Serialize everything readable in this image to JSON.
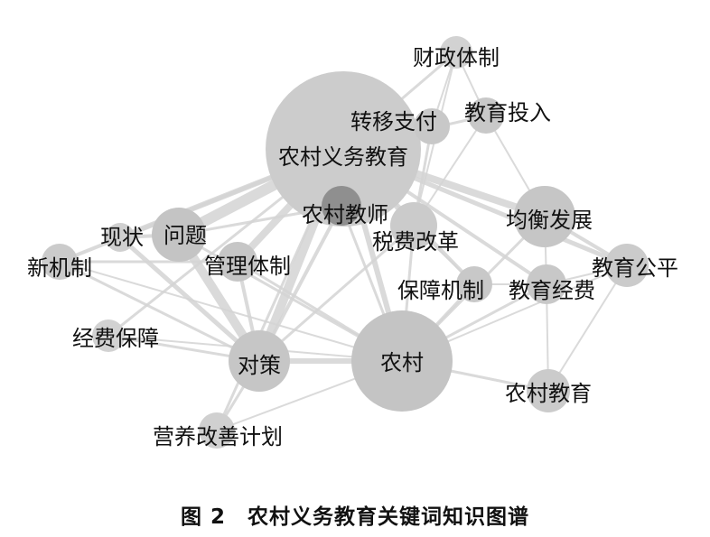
{
  "caption": "图 2　农村义务教育关键词知识图谱",
  "nodes": [
    {
      "id": "nongcun_yiwu",
      "label": "农村义务教育",
      "weight": 100
    },
    {
      "id": "caizheng",
      "label": "财政体制",
      "weight": 10
    },
    {
      "id": "zhuanyi",
      "label": "转移支付",
      "weight": 14
    },
    {
      "id": "jiaoyu_touru",
      "label": "教育投入",
      "weight": 14
    },
    {
      "id": "nongcun_jiaoshi",
      "label": "农村教师",
      "weight": 16
    },
    {
      "id": "shuifei",
      "label": "税费改革",
      "weight": 18
    },
    {
      "id": "junheng",
      "label": "均衡发展",
      "weight": 25
    },
    {
      "id": "jiaoyu_gongping",
      "label": "教育公平",
      "weight": 15
    },
    {
      "id": "xianzhuang",
      "label": "现状",
      "weight": 9
    },
    {
      "id": "wenti",
      "label": "问题",
      "weight": 16
    },
    {
      "id": "xinjizhi",
      "label": "新机制",
      "weight": 10
    },
    {
      "id": "guanli",
      "label": "管理体制",
      "weight": 14
    },
    {
      "id": "baozhang",
      "label": "保障机制",
      "weight": 13
    },
    {
      "id": "jiaoyu_jingfei",
      "label": "教育经费",
      "weight": 14
    },
    {
      "id": "jingfei_baozhang",
      "label": "经费保障",
      "weight": 10
    },
    {
      "id": "duice",
      "label": "对策",
      "weight": 20
    },
    {
      "id": "nongcun",
      "label": "农村",
      "weight": 45
    },
    {
      "id": "nongcun_jiaoyu",
      "label": "农村教育",
      "weight": 13
    },
    {
      "id": "yingyang",
      "label": "营养改善计划",
      "weight": 10
    }
  ],
  "edges": [
    [
      "nongcun_yiwu",
      "zhuanyi",
      4
    ],
    [
      "nongcun_yiwu",
      "caizheng",
      3
    ],
    [
      "nongcun_yiwu",
      "jiaoyu_touru",
      3
    ],
    [
      "nongcun_yiwu",
      "nongcun_jiaoshi",
      6
    ],
    [
      "nongcun_yiwu",
      "shuifei",
      5
    ],
    [
      "nongcun_yiwu",
      "junheng",
      8
    ],
    [
      "nongcun_yiwu",
      "jiaoyu_gongping",
      5
    ],
    [
      "nongcun_yiwu",
      "wenti",
      12
    ],
    [
      "nongcun_yiwu",
      "xianzhuang",
      6
    ],
    [
      "nongcun_yiwu",
      "xinjizhi",
      4
    ],
    [
      "nongcun_yiwu",
      "guanli",
      8
    ],
    [
      "nongcun_yiwu",
      "duice",
      10
    ],
    [
      "nongcun_yiwu",
      "nongcun",
      6
    ],
    [
      "nongcun_yiwu",
      "baozhang",
      4
    ],
    [
      "nongcun_yiwu",
      "jiaoyu_jingfei",
      4
    ],
    [
      "nongcun_yiwu",
      "jingfei_baozhang",
      3
    ],
    [
      "nongcun_yiwu",
      "yingyang",
      3
    ],
    [
      "caizheng",
      "zhuanyi",
      2
    ],
    [
      "caizheng",
      "jiaoyu_touru",
      2
    ],
    [
      "caizheng",
      "shuifei",
      2
    ],
    [
      "zhuanyi",
      "shuifei",
      3
    ],
    [
      "jiaoyu_touru",
      "junheng",
      2
    ],
    [
      "jiaoyu_touru",
      "shuifei",
      2
    ],
    [
      "nongcun_jiaoshi",
      "duice",
      4
    ],
    [
      "nongcun_jiaoshi",
      "nongcun",
      3
    ],
    [
      "nongcun_jiaoshi",
      "wenti",
      3
    ],
    [
      "junheng",
      "jiaoyu_gongping",
      4
    ],
    [
      "junheng",
      "jiaoyu_jingfei",
      2
    ],
    [
      "junheng",
      "nongcun",
      3
    ],
    [
      "jiaoyu_gongping",
      "nongcun_jiaoyu",
      2
    ],
    [
      "jiaoyu_gongping",
      "nongcun",
      2
    ],
    [
      "jiaoyu_gongping",
      "jiaoyu_jingfei",
      2
    ],
    [
      "wenti",
      "duice",
      10
    ],
    [
      "wenti",
      "xianzhuang",
      4
    ],
    [
      "wenti",
      "nongcun",
      3
    ],
    [
      "xianzhuang",
      "duice",
      5
    ],
    [
      "xinjizhi",
      "duice",
      3
    ],
    [
      "xinjizhi",
      "guanli",
      3
    ],
    [
      "xinjizhi",
      "nongcun",
      2
    ],
    [
      "guanli",
      "duice",
      4
    ],
    [
      "guanli",
      "nongcun",
      3
    ],
    [
      "duice",
      "nongcun",
      6
    ],
    [
      "duice",
      "yingyang",
      3
    ],
    [
      "duice",
      "jingfei_baozhang",
      3
    ],
    [
      "duice",
      "shuifei",
      3
    ],
    [
      "nongcun",
      "nongcun_jiaoyu",
      3
    ],
    [
      "nongcun",
      "baozhang",
      3
    ],
    [
      "nongcun",
      "jiaoyu_jingfei",
      3
    ],
    [
      "nongcun",
      "shuifei",
      3
    ],
    [
      "nongcun",
      "yingyang",
      2
    ],
    [
      "nongcun",
      "jingfei_baozhang",
      2
    ],
    [
      "baozhang",
      "jiaoyu_jingfei",
      2
    ],
    [
      "jiaoyu_jingfei",
      "nongcun_jiaoyu",
      2
    ],
    [
      "shuifei",
      "baozhang",
      2
    ]
  ]
}
